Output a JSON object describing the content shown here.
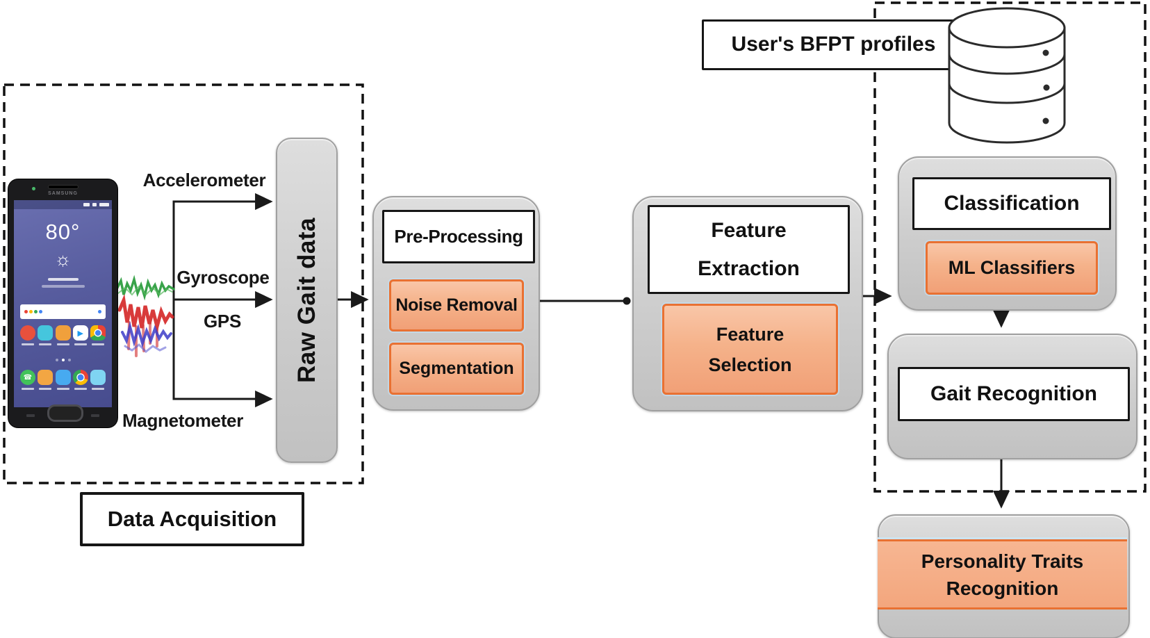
{
  "data_acquisition": {
    "label": "Data Acquisition",
    "sensors": {
      "accelerometer": "Accelerometer",
      "gyroscope": "Gyroscope",
      "gps": "GPS",
      "magnetometer": "Magnetometer"
    },
    "raw_gait_label": "Raw Gait data",
    "phone": {
      "brand": "SAMSUNG",
      "temperature": "80°",
      "weather_icon": "☼"
    }
  },
  "preprocessing": {
    "title": "Pre-Processing",
    "steps": {
      "noise": "Noise Removal",
      "segmentation": "Segmentation"
    }
  },
  "feature_extraction": {
    "title_l1": "Feature",
    "title_l2": "Extraction",
    "selection_l1": "Feature",
    "selection_l2": "Selection"
  },
  "classification": {
    "title": "Classification",
    "step": "ML Classifiers"
  },
  "gait_recognition": {
    "title": "Gait Recognition"
  },
  "personality_recognition": {
    "l1": "Personality Traits",
    "l2": "Recognition"
  },
  "profiles": {
    "label": "User's BFPT profiles"
  },
  "colors": {
    "orange_border": "#E97132",
    "orange_fill": "#F4A97F",
    "gray_box": "#CFCFCF",
    "line": "#1A1A1A",
    "screen_blue": "#575C9E"
  }
}
